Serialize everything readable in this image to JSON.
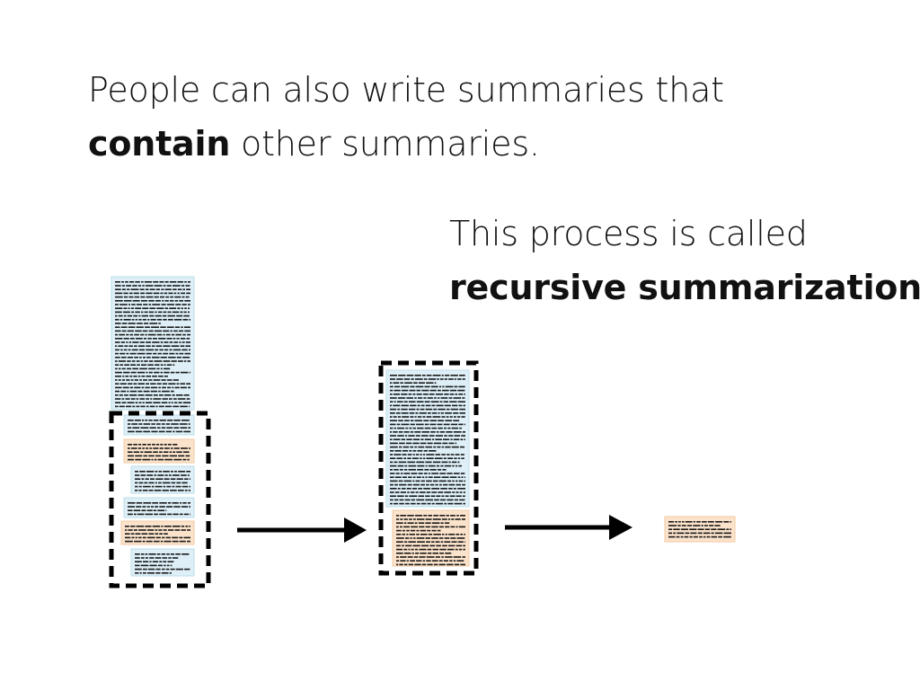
{
  "slide": {
    "headline_part1": "People can also write summaries that",
    "headline_bold": "contain",
    "headline_part2": " other summaries.",
    "subhead_part1": "This process is called",
    "subhead_bold": "recursive summarization",
    "subhead_end": "."
  },
  "colors": {
    "text_block_fill": "#deeff7",
    "text_block_stroke": "#b9dcea",
    "summary_block_fill": "#fbe3cb",
    "summary_block_stroke": "#f0c8a0",
    "text_line": "#1a1a1a",
    "dashed_border": "#000000",
    "arrow": "#000000"
  },
  "icons": {
    "arrow": "right-arrow-icon",
    "group": "dashed-selection-box"
  }
}
